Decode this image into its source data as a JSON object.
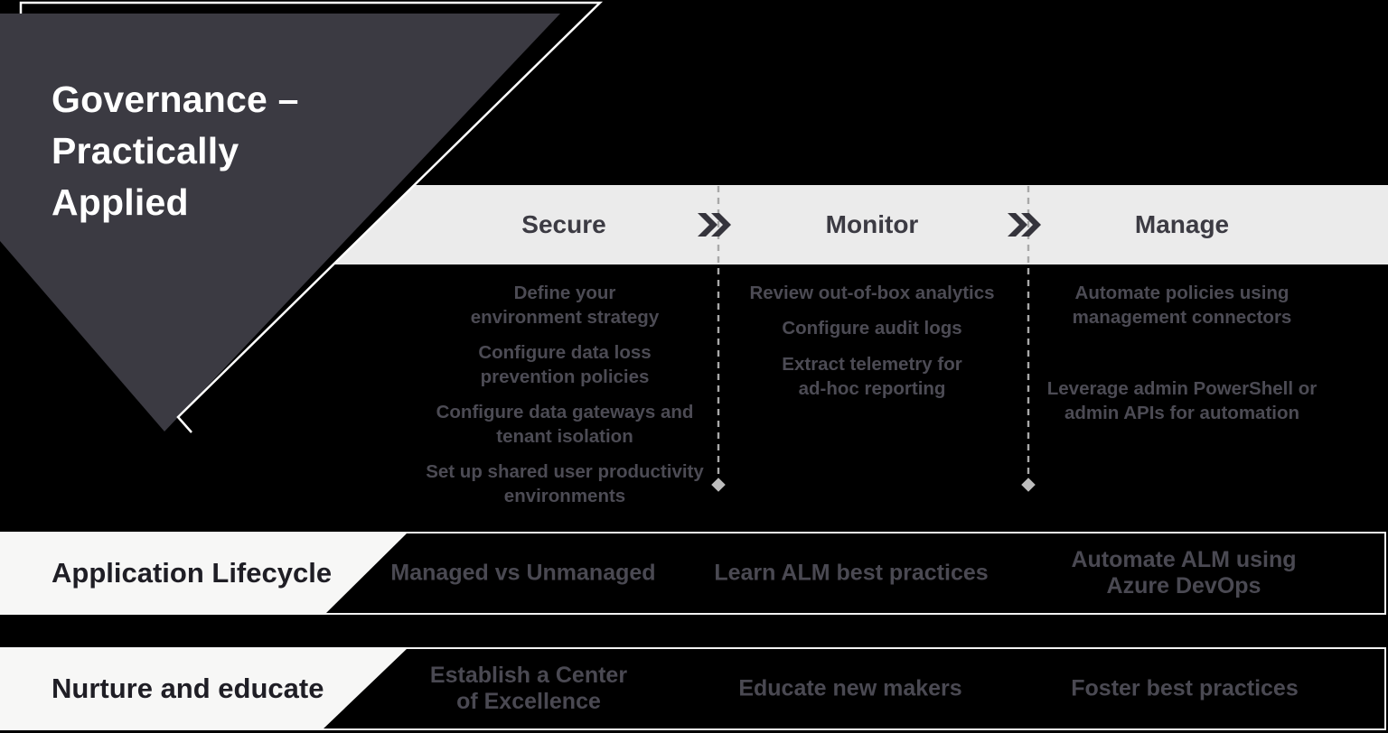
{
  "colors": {
    "background": "#000000",
    "banner_fill": "#3B3A42",
    "banner_outline": "#FFFFFF",
    "stage_band": "#EBEBEB",
    "stage_label_text": "#3C3B43",
    "chevron": "#35343C",
    "item_text": "#4C4B54",
    "dashed_line": "#A8A8A8",
    "diamond": "#BDBDBD",
    "row_border": "#F2F2F2",
    "row_label_bg": "#F7F7F6",
    "row_label_text": "#1F1E25",
    "row_cell_text": "#4A4952"
  },
  "title": {
    "lines": [
      "Governance –",
      "Practically",
      "Applied"
    ]
  },
  "stages": [
    {
      "label": "Secure",
      "items": [
        {
          "lines": [
            "Define your",
            "environment strategy"
          ]
        },
        {
          "lines": [
            "Configure data loss",
            "prevention policies"
          ]
        },
        {
          "lines": [
            "Configure data gateways and",
            "tenant isolation"
          ]
        },
        {
          "lines": [
            "Set up shared user productivity",
            "environments"
          ]
        }
      ]
    },
    {
      "label": "Monitor",
      "items": [
        {
          "lines": [
            "Review out-of-box analytics"
          ]
        },
        {
          "lines": [
            "Configure audit logs"
          ]
        },
        {
          "lines": [
            "Extract telemetry for",
            "ad-hoc reporting"
          ]
        }
      ]
    },
    {
      "label": "Manage",
      "items": [
        {
          "lines": [
            "Automate policies using",
            "management connectors"
          ]
        },
        {
          "lines": [
            "Leverage admin PowerShell or",
            "admin APIs for automation"
          ]
        }
      ]
    }
  ],
  "rows": [
    {
      "label": "Application Lifecycle",
      "cells": [
        {
          "lines": [
            "Managed vs Unmanaged"
          ]
        },
        {
          "lines": [
            "Learn ALM best practices"
          ]
        },
        {
          "lines": [
            "Automate ALM using",
            "Azure DevOps"
          ]
        }
      ]
    },
    {
      "label": "Nurture and educate",
      "cells": [
        {
          "lines": [
            "Establish a Center",
            "of Excellence"
          ]
        },
        {
          "lines": [
            "Educate new makers"
          ]
        },
        {
          "lines": [
            "Foster best practices"
          ]
        }
      ]
    }
  ]
}
